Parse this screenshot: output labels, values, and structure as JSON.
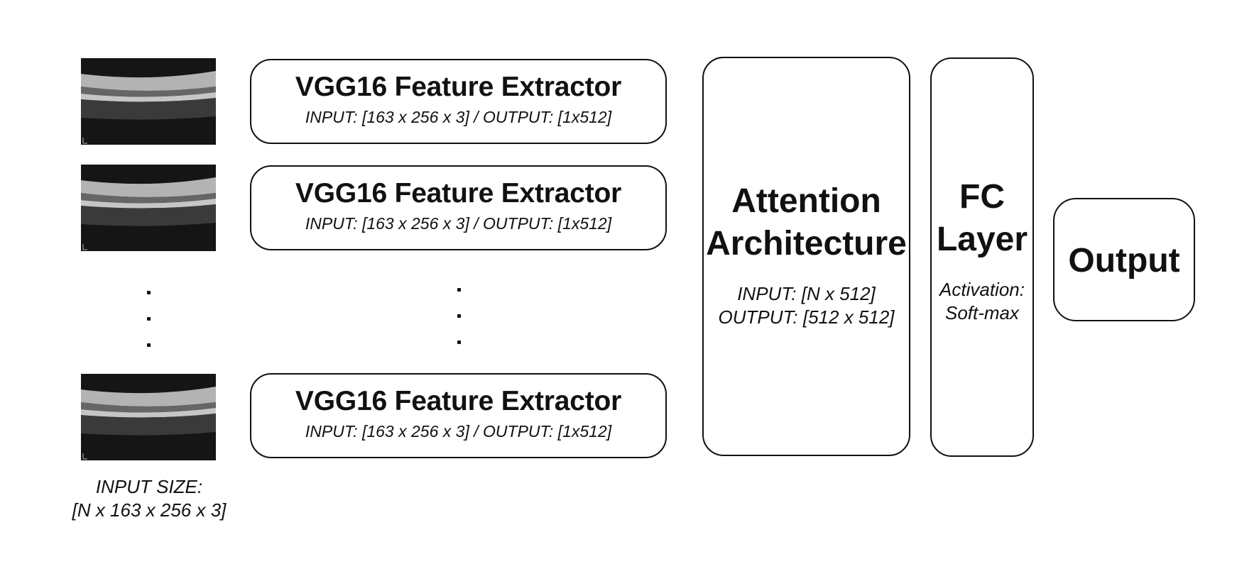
{
  "input_images": [
    {
      "icon": "oct-scan-image"
    },
    {
      "icon": "oct-scan-image"
    },
    {
      "icon": "oct-scan-image"
    }
  ],
  "input_size": {
    "line1": "INPUT SIZE:",
    "line2": "[N x 163 x 256 x 3]"
  },
  "vgg_blocks": [
    {
      "title": "VGG16 Feature Extractor",
      "subtitle": "INPUT: [163 x 256 x 3] / OUTPUT: [1x512]"
    },
    {
      "title": "VGG16 Feature Extractor",
      "subtitle": "INPUT: [163 x 256 x 3] / OUTPUT: [1x512]"
    },
    {
      "title": "VGG16 Feature Extractor",
      "subtitle": "INPUT: [163 x 256 x 3] / OUTPUT: [1x512]"
    }
  ],
  "attention": {
    "title_line1": "Attention",
    "title_line2": "Architecture",
    "input": "INPUT: [N x 512]",
    "output": "OUTPUT: [512 x 512]"
  },
  "fc": {
    "title_line1": "FC",
    "title_line2": "Layer",
    "activation_line1": "Activation:",
    "activation_line2": "Soft-max"
  },
  "output": {
    "label": "Output"
  },
  "colors": {
    "stroke": "#111111",
    "background": "#ffffff",
    "scan_dark": "#1a1a1a"
  }
}
